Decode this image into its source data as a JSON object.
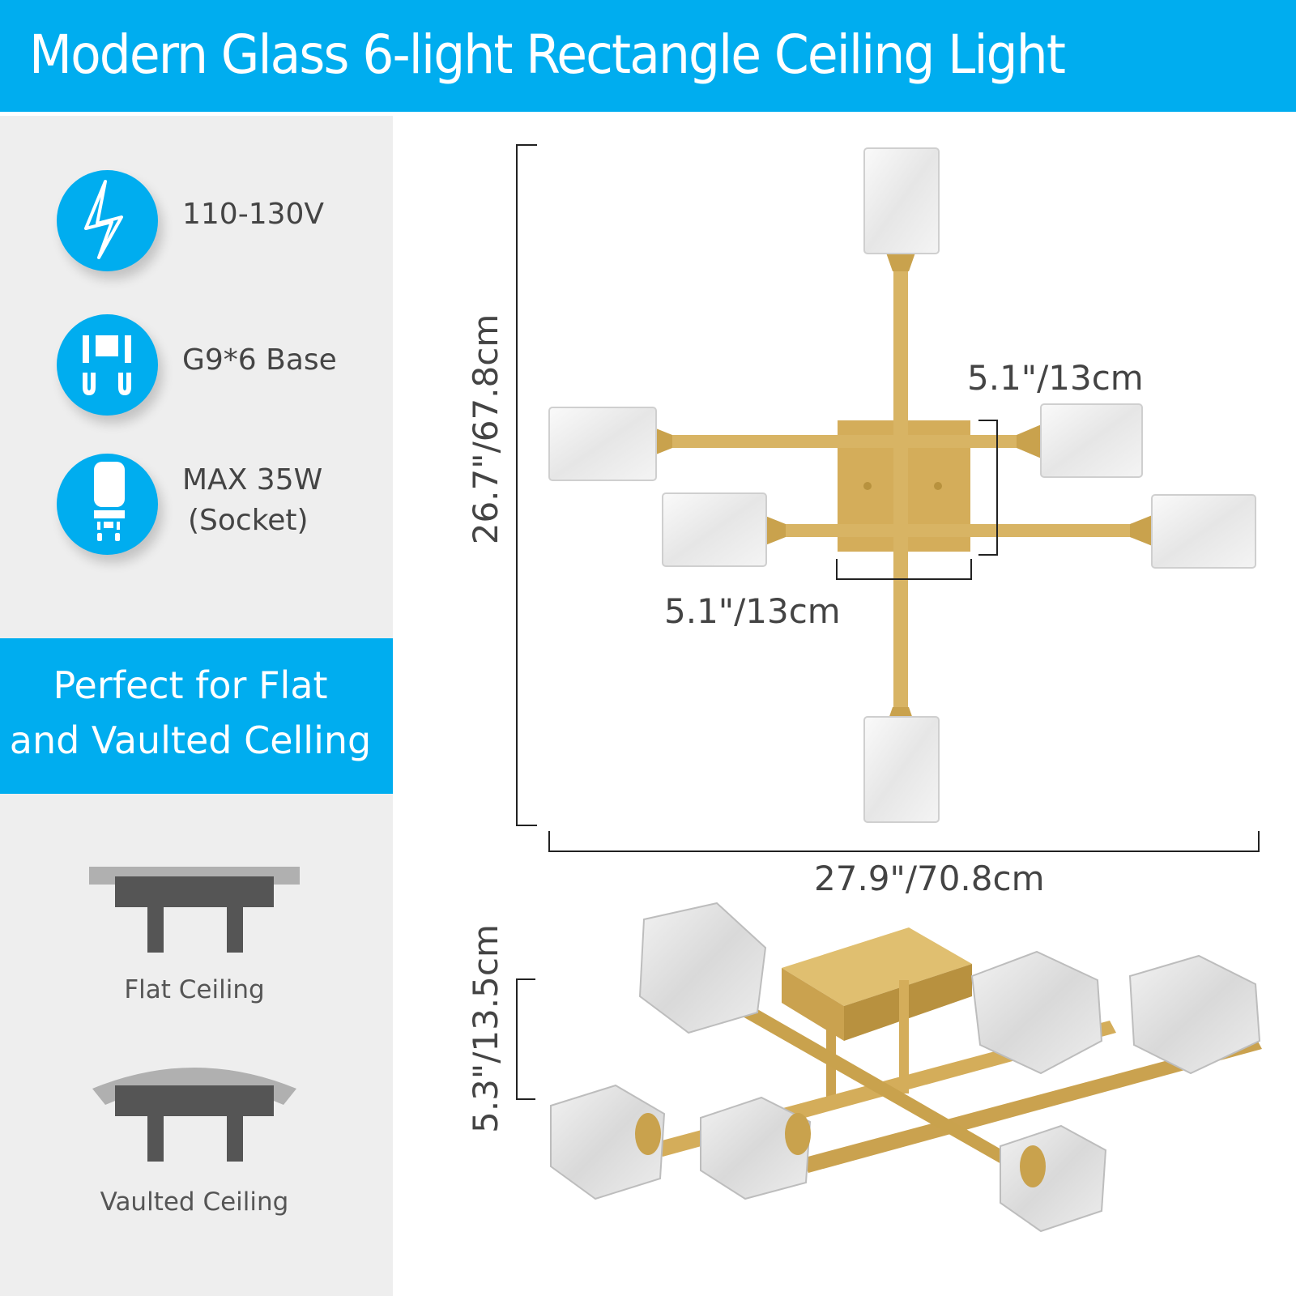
{
  "header": {
    "title": "Modern Glass 6-light Rectangle Ceiling Light",
    "background_color": "#00adef",
    "text_color": "#ffffff"
  },
  "specs": [
    {
      "icon": "lightning-bolt-icon",
      "label": "110-130V"
    },
    {
      "icon": "g9-base-pins-icon",
      "label": "G9*6 Base"
    },
    {
      "icon": "g9-bulb-icon",
      "label_line1": "MAX 35W",
      "label_line2": "(Socket)"
    }
  ],
  "banner": {
    "line1": "Perfect for Flat",
    "line2": "and Vaulted Celling",
    "background_color": "#00adef"
  },
  "ceiling_types": [
    {
      "icon": "flat-ceiling-icon",
      "label": "Flat Ceiling"
    },
    {
      "icon": "vaulted-ceiling-icon",
      "label": "Vaulted Ceiling"
    }
  ],
  "dimensions": {
    "height": "26.7\"/67.8cm",
    "width": "27.9\"/70.8cm",
    "canopy_height": "5.1\"/13cm",
    "canopy_width": "5.1\"/13cm",
    "depth": "5.3\"/13.5cm"
  },
  "colors": {
    "accent_blue": "#00adef",
    "panel_gray": "#eeeeee",
    "text_gray": "#444444",
    "gold": "#d4ad5a",
    "icon_dark": "#555555",
    "icon_light": "#b0b0b0"
  }
}
